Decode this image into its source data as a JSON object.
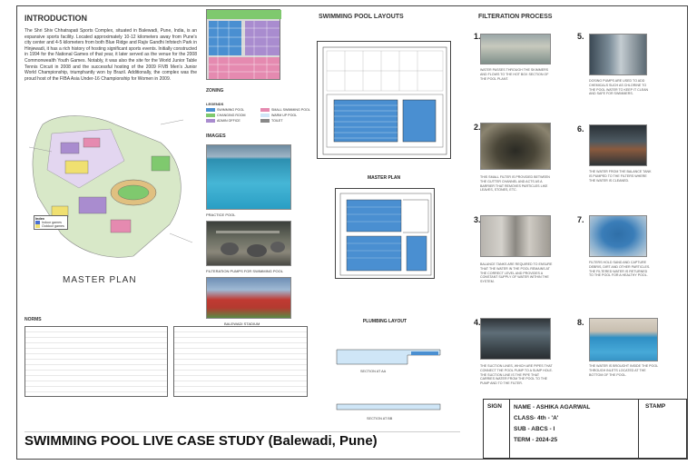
{
  "intro": {
    "heading": "INTRODUCTION",
    "body": "The Shri Shiv Chhatrapati Sports Complex, situated in Balewadi, Pune, India, is an expansive sports facility. Located approximately 10-12 kilometers away from Pune's city center and 4-5 kilometers from both Blue Ridge and Rajiv Gandhi Infotech Park in Hinjewadi, it has a rich history of hosting significant sports events. Initially constructed in 1994 for the National Games of that year, it later served as the venue for the 2008 Commonwealth Youth Games. Notably, it was also the site for the World Junior Table Tennis Circuit in 2008 and the successful hosting of the 2009 FIVB Men's Junior World Championship, triumphantly won by Brazil. Additionally, the complex was the proud host of the FIBA Asia Under-16 Championship for Women in 2009."
  },
  "master_plan": {
    "title": "MASTER PLAN",
    "legend_heading": "Index",
    "legend_items": [
      "Indoor games",
      "Outdoor games"
    ]
  },
  "zoning": {
    "heading": "ZONING",
    "legends_heading": "LEGENDS",
    "legend_items": [
      "SWIMMING POOL",
      "SMALL SWIMMING POOL",
      "CHANGING ROOM",
      "WARM UP POOL",
      "ADMIN OFFICE",
      "TOILET"
    ]
  },
  "images": {
    "heading": "IMAGES",
    "captions": [
      "PRACTICE POOL",
      "FILTERATION PUMPS FOR SWIMMING POOL",
      "BALEWADI STADIUM"
    ]
  },
  "norms": {
    "heading": "NORMS"
  },
  "layouts": {
    "heading": "SWIMMING POOL LAYOUTS",
    "master_plan_label": "MASTER PLAN",
    "plumbing_label": "PLUMBING LAYOUT",
    "section_aa": "SECTION AT AA",
    "section_bb": "SECTION AT BB"
  },
  "filtration": {
    "heading": "FILTERATION PROCESS",
    "steps": [
      {
        "num": "1.",
        "text": "WATER PASSES THROUGH THE SKIMMERS AND FLOWS TO THE HOT BOX SECTION OF THE POOL PLANT."
      },
      {
        "num": "2.",
        "text": "THIS SMALL FILTER IS PROVIDED BETWEEN THE GUTTER CHANNEL AND ACTS AS A BARRIER THAT REMOVES PARTICLES LIKE LEAVES, STONES, ETC."
      },
      {
        "num": "3.",
        "text": "BALANCE TANKS ARE REQUIRED TO ENSURE THAT THE WATER IN THE POOL REMAINS AT THE CORRECT LEVEL AND PROVIDES A CONSTANT SUPPLY OF WATER WITHIN THE SYSTEM."
      },
      {
        "num": "4.",
        "text": "THE SUCTION LINES, WHICH ARE PIPES THAT CONNECT THE POOL PUMP TO A SUMP HOLE. THE SUCTION LINE IS THE PIPE THAT CARRIES WATER FROM THE POOL TO THE PUMP AND TO THE FILTER."
      },
      {
        "num": "5.",
        "text": "DOSING PUMPS ARE USED TO ADD CHEMICALS SUCH AS CHLORINE TO THE POOL WATER TO KEEP IT CLEAN AND SAFE FOR SWIMMERS."
      },
      {
        "num": "6.",
        "text": "THE WATER FROM THE BALANCE TANK IS PUMPED TO THE FILTERS WHERE THE WATER IS CLEANED."
      },
      {
        "num": "7.",
        "text": "FILTERS HOLD SAND AND CAPTURE DEBRIS, DIRT AND OTHER PARTICLES. THE FILTERED WATER IS RETURNED TO THE POOL FOR A HEALTHY POOL."
      },
      {
        "num": "8.",
        "text": "THE WATER IS BROUGHT INSIDE THE POOL THROUGH INLETS LOCATED AT THE BOTTOM OF THE POOL."
      }
    ]
  },
  "footer": {
    "title": "SWIMMING POOL LIVE CASE STUDY (Balewadi, Pune)",
    "sign_label": "SIGN",
    "stamp_label": "STAMP",
    "fields": [
      {
        "label": "NAME -",
        "value": "ASHIKA AGARWAL"
      },
      {
        "label": "CLASS-",
        "value": "4th - 'A'"
      },
      {
        "label": "SUB -",
        "value": "ABCS - I"
      },
      {
        "label": "TERM -",
        "value": "2024-25"
      }
    ]
  },
  "colors": {
    "pool_blue": "#4a8fd1",
    "pool_light": "#cfe6f7",
    "zone_purple": "#a98ccf",
    "zone_green": "#7fc96e",
    "zone_pink": "#e58ab0"
  }
}
